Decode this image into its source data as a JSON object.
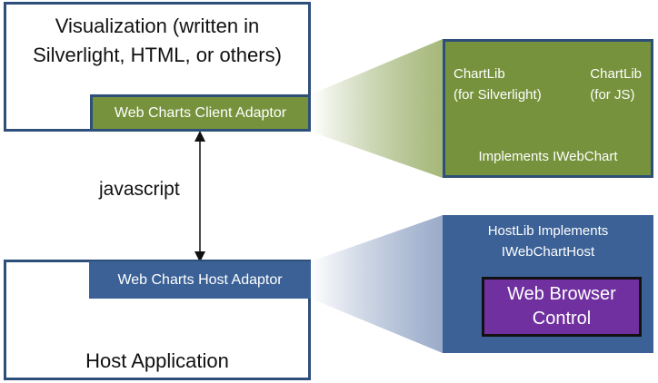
{
  "visualization": {
    "title": "Visualization (written in\nSilverlight, HTML, or others)",
    "client_adaptor": "Web Charts Client Adaptor"
  },
  "connector": {
    "label": "javascript"
  },
  "host_application": {
    "title": "Host Application",
    "host_adaptor": "Web Charts Host Adaptor"
  },
  "chartlib_panel": {
    "left_label": "ChartLib\n(for Silverlight)",
    "right_label": "ChartLib\n(for JS)",
    "bottom_label": "Implements IWebChart"
  },
  "hostlib_panel": {
    "label": "HostLib Implements\nIWebChartHost",
    "browser_control": "Web Browser\nControl"
  },
  "colors": {
    "green": "#76923c",
    "blue": "#3b6196",
    "purple": "#7030a0",
    "border": "#2e4f7a"
  }
}
